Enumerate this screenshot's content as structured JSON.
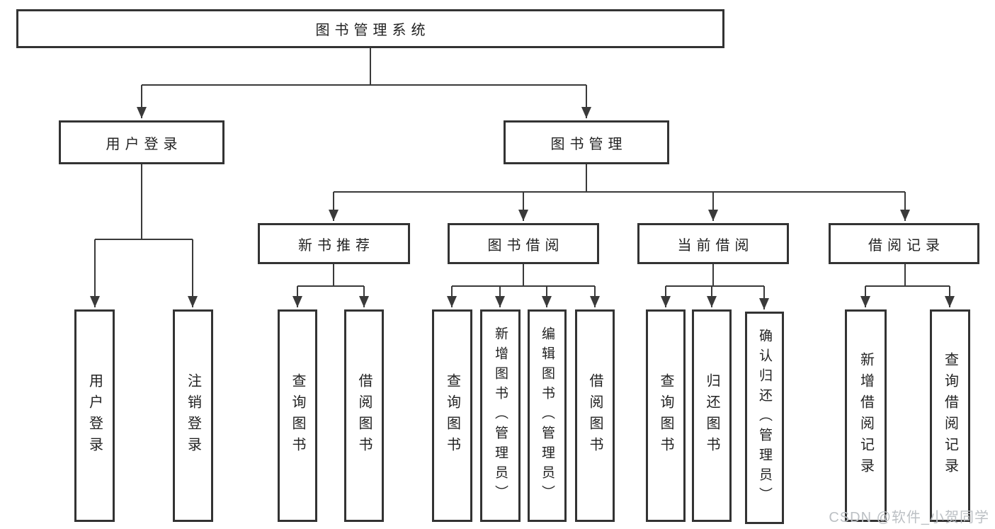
{
  "tree": {
    "root": {
      "label": "图书管理系统",
      "children": [
        {
          "label": "用户登录",
          "children": [
            {
              "label": "用户登录"
            },
            {
              "label": "注销登录"
            }
          ]
        },
        {
          "label": "图书管理",
          "children": [
            {
              "label": "新书推荐",
              "children": [
                {
                  "label": "查询图书"
                },
                {
                  "label": "借阅图书"
                }
              ]
            },
            {
              "label": "图书借阅",
              "children": [
                {
                  "label": "查询图书"
                },
                {
                  "label": "新增图书（管理员）"
                },
                {
                  "label": "编辑图书（管理员）"
                },
                {
                  "label": "借阅图书"
                }
              ]
            },
            {
              "label": "当前借阅",
              "children": [
                {
                  "label": "查询图书"
                },
                {
                  "label": "归还图书"
                },
                {
                  "label": "确认归还（管理员）"
                }
              ]
            },
            {
              "label": "借阅记录",
              "children": [
                {
                  "label": "新增借阅记录"
                },
                {
                  "label": "查询借阅记录"
                }
              ]
            }
          ]
        }
      ]
    }
  },
  "watermark": {
    "text": "CSDN @软件_小贺同学"
  },
  "colors": {
    "line": "#3a3a3a",
    "box_border": "#333333",
    "box_fill": "#ffffff",
    "text": "#222222",
    "background": "#ffffff",
    "watermark": "#bcc0c4"
  }
}
